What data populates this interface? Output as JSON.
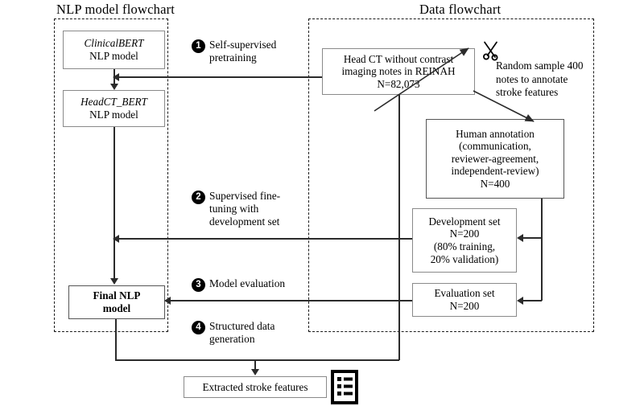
{
  "titles": {
    "left": "NLP model flowchart",
    "right": "Data flowchart"
  },
  "boxes": {
    "clinical_bert": {
      "line1": "ClinicalBERT",
      "line2": "NLP model"
    },
    "headct_bert": {
      "line1": "HeadCT_BERT",
      "line2": "NLP model"
    },
    "final_model": {
      "line1": "Final NLP",
      "line2": "model"
    },
    "head_ct_notes": {
      "line1": "Head CT without contrast",
      "line2": "imaging notes in REINAH",
      "line3": "N=82,073"
    },
    "human_annotation": {
      "line1": "Human annotation",
      "line2": "(communication,",
      "line3": "reviewer-agreement,",
      "line4": "independent-review)",
      "line5": "N=400"
    },
    "development_set": {
      "line1": "Development set",
      "line2": "N=200",
      "line3": "(80% training,",
      "line4": "20% validation)"
    },
    "evaluation_set": {
      "line1": "Evaluation set",
      "line2": "N=200"
    },
    "extracted": {
      "label": "Extracted stroke features"
    }
  },
  "steps": [
    {
      "num": "1",
      "text": "Self-supervised\npretraining"
    },
    {
      "num": "2",
      "text": "Supervised fine-\ntuning with\ndevelopment set"
    },
    {
      "num": "3",
      "text": "Model evaluation"
    },
    {
      "num": "4",
      "text": "Structured data\ngeneration"
    }
  ],
  "annotations": {
    "random_sample": "Random sample 400\nnotes to annotate\nstroke features"
  },
  "icons": {
    "scissors": "scissors-icon",
    "document_list": "document-list-icon"
  },
  "colors": {
    "ink": "#000000",
    "line": "#2b2b2b",
    "box_border": "#8a8a8a",
    "dashed_border": "#1a1a1a",
    "background": "#ffffff"
  }
}
